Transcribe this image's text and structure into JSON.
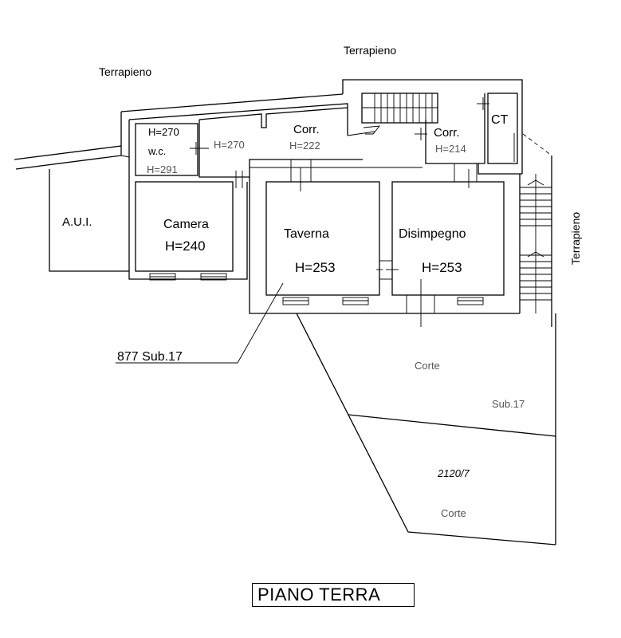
{
  "labels": {
    "terrapieno_left": "Terrapieno",
    "terrapieno_top": "Terrapieno",
    "terrapieno_right": "Terrapieno",
    "wc_h_top": "H=270",
    "wc": "w.c.",
    "wc_h_bottom": "H=291",
    "room2_h": "H=270",
    "corr1": "Corr.",
    "corr1_h": "H=222",
    "corr2": "Corr.",
    "corr2_h": "H=214",
    "ct": "CT",
    "aui": "A.U.I.",
    "camera": "Camera",
    "camera_h": "H=240",
    "taverna": "Taverna",
    "taverna_h": "H=253",
    "disimpegno": "Disimpegno",
    "disimpegno_h": "H=253",
    "parcel": "877 Sub.17",
    "corte1": "Corte",
    "sub17": "Sub.17",
    "parcel2": "2120/7",
    "corte2": "Corte"
  },
  "title": "PIANO TERRA"
}
